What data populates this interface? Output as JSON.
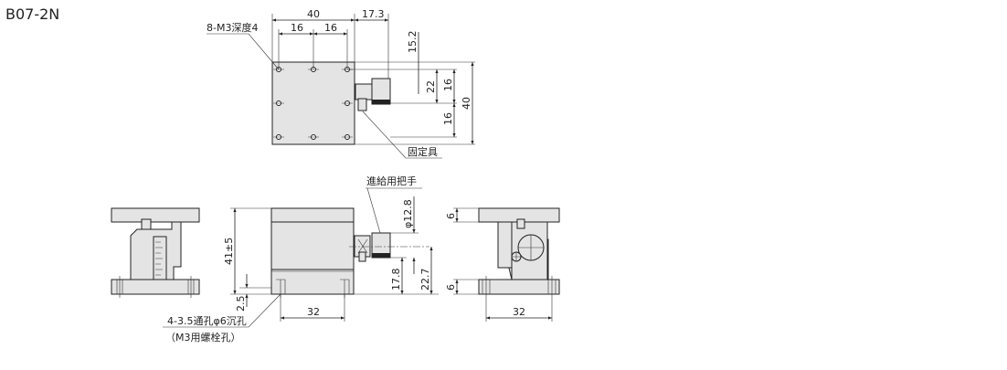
{
  "title": "B07-2N",
  "top_view": {
    "dim_width": "40",
    "dim_pitch_left": "16",
    "dim_pitch_right": "16",
    "dim_handle_offset": "17.3",
    "dim_15_2": "15.2",
    "dim_22": "22",
    "dim_16_upper": "16",
    "dim_16_lower": "16",
    "dim_depth": "40",
    "label_holes": "8-M3深度4",
    "label_fixture": "固定具"
  },
  "front_view": {
    "label_handle": "進給用把手",
    "dim_height": "41±5",
    "dim_2_5": "2.5",
    "dim_diameter": "φ12.8",
    "dim_17_8": "17.8",
    "dim_22_7": "22.7",
    "dim_base_pitch": "32",
    "label_mount_holes": "4-3.5通孔φ6沉孔",
    "label_mount_holes_note": "（M3用螺栓孔）"
  },
  "side_view": {
    "dim_top_plate": "6",
    "dim_base_plate": "6",
    "dim_base_pitch": "32"
  }
}
